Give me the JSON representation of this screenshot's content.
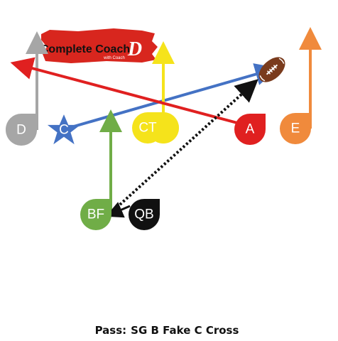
{
  "logo": {
    "text": "Complete Coach",
    "sub": "with Coach",
    "mark": "D"
  },
  "players": [
    {
      "label": "D",
      "color": "#a6a6a6",
      "shape": "teardrop"
    },
    {
      "label": "C",
      "color": "#4472c4",
      "shape": "star"
    },
    {
      "label": "CT",
      "color": "#f5e31b",
      "shape": "teardrop"
    },
    {
      "label": "A",
      "color": "#e02020",
      "shape": "teardrop"
    },
    {
      "label": "E",
      "color": "#f08a3c",
      "shape": "teardrop"
    },
    {
      "label": "BF",
      "color": "#70ad47",
      "shape": "teardrop"
    },
    {
      "label": "QB",
      "color": "#111111",
      "shape": "teardrop"
    }
  ],
  "routes": [
    {
      "from": "D",
      "color": "#a6a6a6",
      "style": "solid"
    },
    {
      "from": "C",
      "color": "#4472c4",
      "style": "solid"
    },
    {
      "from": "CT",
      "color": "#f5e31b",
      "style": "solid"
    },
    {
      "from": "A",
      "color": "#e02020",
      "style": "solid"
    },
    {
      "from": "E",
      "color": "#f08a3c",
      "style": "solid"
    },
    {
      "from": "BF",
      "color": "#70ad47",
      "style": "solid"
    },
    {
      "from": "QB",
      "color": "#111111",
      "style": "handoff"
    },
    {
      "from": "BF",
      "color": "#111111",
      "style": "dotted-pass"
    }
  ],
  "caption": {
    "label": "Pass:",
    "text": "SG B Fake C Cross"
  }
}
